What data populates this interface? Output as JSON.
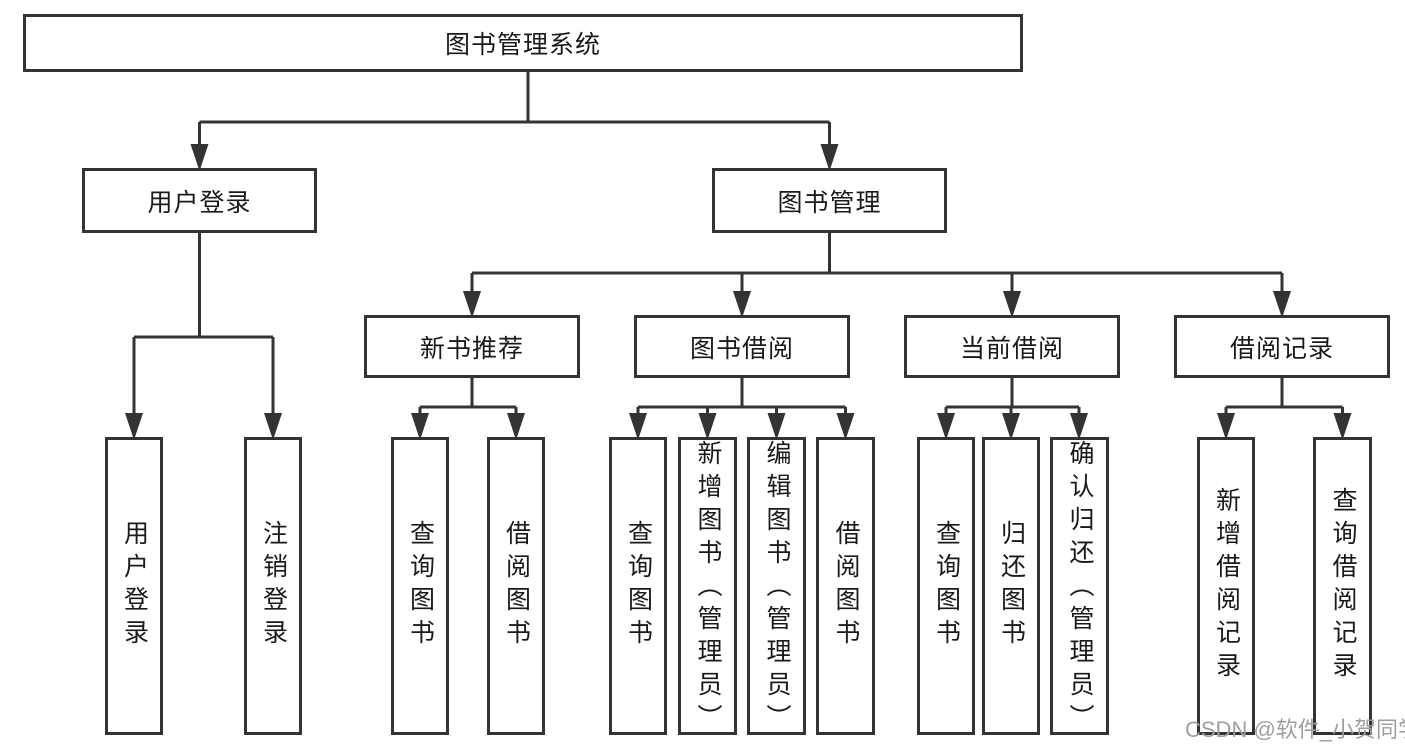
{
  "diagram": {
    "root": {
      "label": "图书管理系统"
    },
    "level2": [
      {
        "label": "用户登录"
      },
      {
        "label": "图书管理"
      }
    ],
    "level3": [
      {
        "label": "新书推荐"
      },
      {
        "label": "图书借阅"
      },
      {
        "label": "当前借阅"
      },
      {
        "label": "借阅记录"
      }
    ],
    "leaves": {
      "login": [
        {
          "label": "用户登录"
        },
        {
          "label": "注销登录"
        }
      ],
      "recommend": [
        {
          "label": "查询图书"
        },
        {
          "label": "借阅图书"
        }
      ],
      "borrow": [
        {
          "label": "查询图书"
        },
        {
          "label": "新增图书（管理员）"
        },
        {
          "label": "编辑图书（管理员）"
        },
        {
          "label": "借阅图书"
        }
      ],
      "current": [
        {
          "label": "查询图书"
        },
        {
          "label": "归还图书"
        },
        {
          "label": "确认归还（管理员）"
        }
      ],
      "records": [
        {
          "label": "新增借阅记录"
        },
        {
          "label": "查询借阅记录"
        }
      ]
    }
  },
  "watermark": {
    "text": "CSDN @软件_小贺同学"
  },
  "colors": {
    "line": "#333333",
    "box_border": "#333333",
    "box_fill": "#ffffff",
    "text": "#1a1a1a",
    "watermark": "#9e9ea3",
    "background": "#ffffff"
  }
}
